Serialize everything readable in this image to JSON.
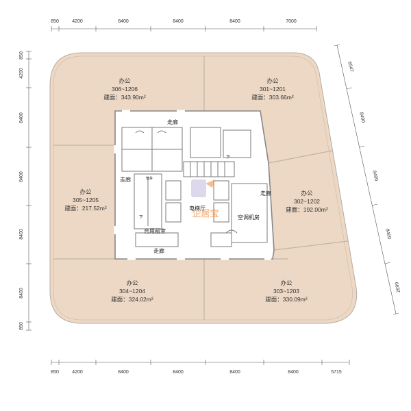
{
  "dimensions": {
    "top": [
      "850",
      "4200",
      "8400",
      "8400",
      "8400",
      "7000"
    ],
    "bottom": [
      "850",
      "4200",
      "8400",
      "8400",
      "8400",
      "8400",
      "5715"
    ],
    "left": [
      "850",
      "4200",
      "8400",
      "8400",
      "8400",
      "8400",
      "850"
    ],
    "right": [
      "6547",
      "8400",
      "8400",
      "8400",
      "6632"
    ]
  },
  "units": [
    {
      "id": "306-1206",
      "title": "办公",
      "number": "306~1206",
      "area": "建面：343.90m²"
    },
    {
      "id": "301-1201",
      "title": "办公",
      "number": "301~1201",
      "area": "建面：303.66m²"
    },
    {
      "id": "305-1205",
      "title": "办公",
      "number": "305~1205",
      "area": "建面：217.52m²"
    },
    {
      "id": "302-1202",
      "title": "办公",
      "number": "302~1202",
      "area": "建面：192.00m²"
    },
    {
      "id": "304-1204",
      "title": "办公",
      "number": "304~1204",
      "area": "建面：324.02m²"
    },
    {
      "id": "303-1203",
      "title": "办公",
      "number": "303~1203",
      "area": "建面：330.09m²"
    }
  ],
  "core_labels": {
    "corridor_top": "走廊",
    "corridor_left": "走廊",
    "corridor_right": "走廊",
    "corridor_bottom": "走廊",
    "elevator_hall": "电梯厅",
    "shared_anteroom": "合用前室",
    "ac_room": "空调机房",
    "stair_mark_down": "下",
    "stair_mark_down_2": "下",
    "small_label": "管井"
  },
  "watermark": "企居宝",
  "colors": {
    "office_fill": "#ecd8c4",
    "outline": "#b9aca1",
    "core_fill": "#ffffff",
    "wall": "#777777",
    "watermark_orange": "#f08a3a",
    "watermark_purple": "#7b62b8"
  }
}
